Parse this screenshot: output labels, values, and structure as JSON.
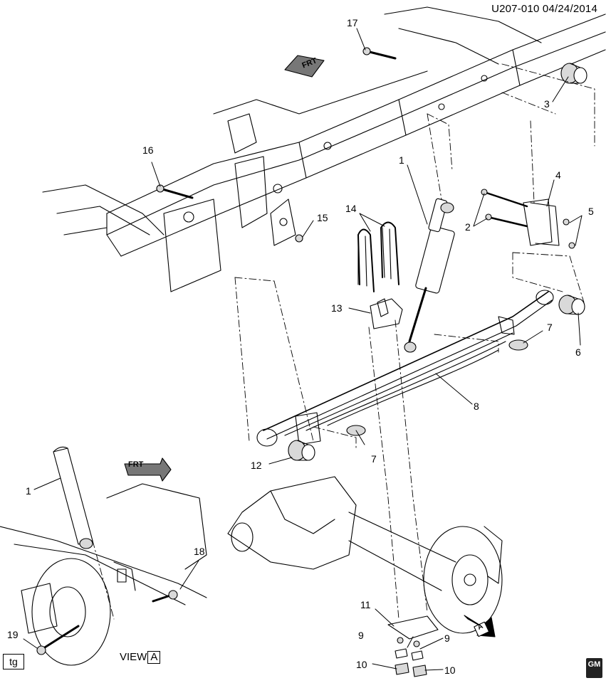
{
  "header": {
    "code": "U207-010  04/24/2014"
  },
  "frt_label": "FRT",
  "view": {
    "label": "VIEW",
    "letter": "A"
  },
  "view_arrow_letter": "A",
  "tag": "tg",
  "logo": {
    "text": "GM"
  },
  "callouts": {
    "c1a": "1",
    "c1b": "1",
    "c2": "2",
    "c3": "3",
    "c4": "4",
    "c5": "5",
    "c6": "6",
    "c7a": "7",
    "c7b": "7",
    "c8": "8",
    "c9a": "9",
    "c9b": "9",
    "c10a": "10",
    "c10b": "10",
    "c11": "11",
    "c12": "12",
    "c13": "13",
    "c14": "14",
    "c15": "15",
    "c16": "16",
    "c17": "17",
    "c18": "18",
    "c19": "19"
  },
  "colors": {
    "line": "#000000",
    "shade": "#d9d9d9",
    "background": "#ffffff"
  }
}
